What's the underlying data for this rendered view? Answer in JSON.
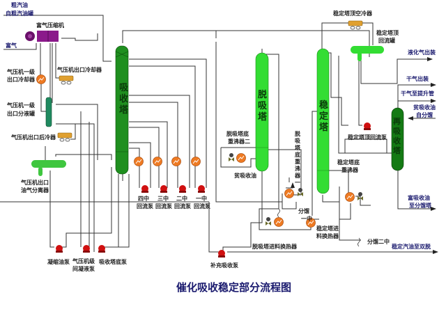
{
  "title": "催化吸收稳定部分流程图",
  "colors": {
    "absorber": "#1f8f1f",
    "tower_light": "#33dd33",
    "reabsorber": "#147a14",
    "compressor": "#8b1a8b",
    "pump": "#d01010",
    "exchanger": "#ee7a22",
    "cooler": "#e0a030",
    "separator": "#3fc63f",
    "title": "#1a1a6e"
  },
  "inputs": {
    "crude_gasoline": "粗汽油",
    "from_crude_tank": "自粗汽油罐",
    "rich_gas": "富气"
  },
  "equipment": {
    "compressor": "富气压缩机",
    "stage1_cooler": [
      "气压机一级",
      "出口冷却器"
    ],
    "stage1_separator": [
      "气压机一级",
      "出口分液罐"
    ],
    "outlet_cooler": "气压机出口冷却器",
    "post_cooler": "气压机出口后冷器",
    "oil_gas_separator": [
      "气压机出口",
      "油气分离器"
    ],
    "condensate_pump": "凝缩油泵",
    "interstage_pump": [
      "气压机级",
      "间凝液泵"
    ],
    "absorber_bottom_pump": "吸收塔底泵",
    "absorber": "吸收塔",
    "stripper": "脱吸塔",
    "stabilizer": "稳定塔",
    "reabsorber": "再吸收塔",
    "pumparounds": [
      [
        "四中",
        "回流泵"
      ],
      [
        "三中",
        "回流泵"
      ],
      [
        "二中",
        "回流泵"
      ],
      [
        "一中",
        "回流泵"
      ]
    ],
    "stripper_reboiler_2": [
      "脱吸塔底",
      "重沸器二"
    ],
    "stripper_reboiler_1": "脱吸塔底重沸器一",
    "lean_oil": "贫吸收油",
    "fractionator_mid1": [
      "分馏",
      "一中"
    ],
    "stripper_feed_exchanger": "脱吸塔进料换热器",
    "stabilizer_feed_exchanger": [
      "稳定塔进",
      "料换热器"
    ],
    "supplement_pump": "补充吸收泵",
    "stabilizer_overhead_cooler": "稳定塔顶空冷器",
    "stabilizer_reflux_drum": [
      "稳定塔顶",
      "回流罐"
    ],
    "stabilizer_reflux_pump": "稳定塔顶回流泵",
    "stabilizer_reboiler": [
      "稳定塔底",
      "重沸器"
    ],
    "fractionator_mid2": "分馏二中"
  },
  "outputs": {
    "lpg": "液化气出装",
    "dry_gas": "干气出装",
    "dry_gas_riser": "干气至提升管",
    "lean_from_frac": [
      "贫吸收油",
      "自分馏"
    ],
    "rich_to_frac": [
      "富吸收油",
      "至分馏塔"
    ],
    "stable_gasoline": "稳定汽油至双脱"
  }
}
